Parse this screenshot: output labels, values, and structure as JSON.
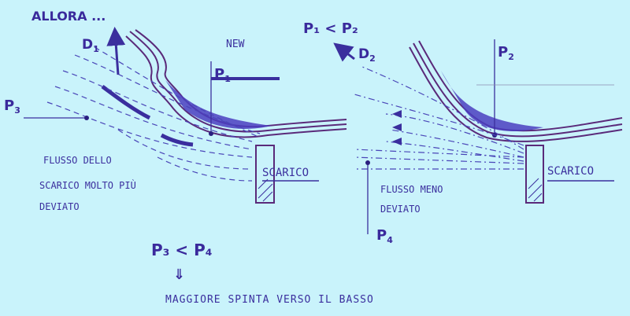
{
  "title": "ALLORA ...",
  "left": {
    "arrow_label": "D",
    "arrow_sub": "1",
    "new_label": "NEW",
    "p1": "P",
    "p1_sub": "1",
    "p3": "P",
    "p3_sub": "3",
    "flow_text": [
      "FLUSSO DELLO",
      "SCARICO MOLTO PIÙ",
      "DEVIATO"
    ],
    "exhaust": "SCARICO"
  },
  "right": {
    "comparison": "P₁ < P₂",
    "arrow_label": "D",
    "arrow_sub": "2",
    "p2": "P",
    "p2_sub": "2",
    "p4": "P",
    "p4_sub": "4",
    "flow_text": [
      "FLUSSO MENO",
      "DEVIATO"
    ],
    "exhaust": "SCARICO"
  },
  "conclusion": {
    "comparison": "P₃ < P₄",
    "implies": "⇓",
    "text": "MAGGIORE SPINTA VERSO IL BASSO"
  }
}
